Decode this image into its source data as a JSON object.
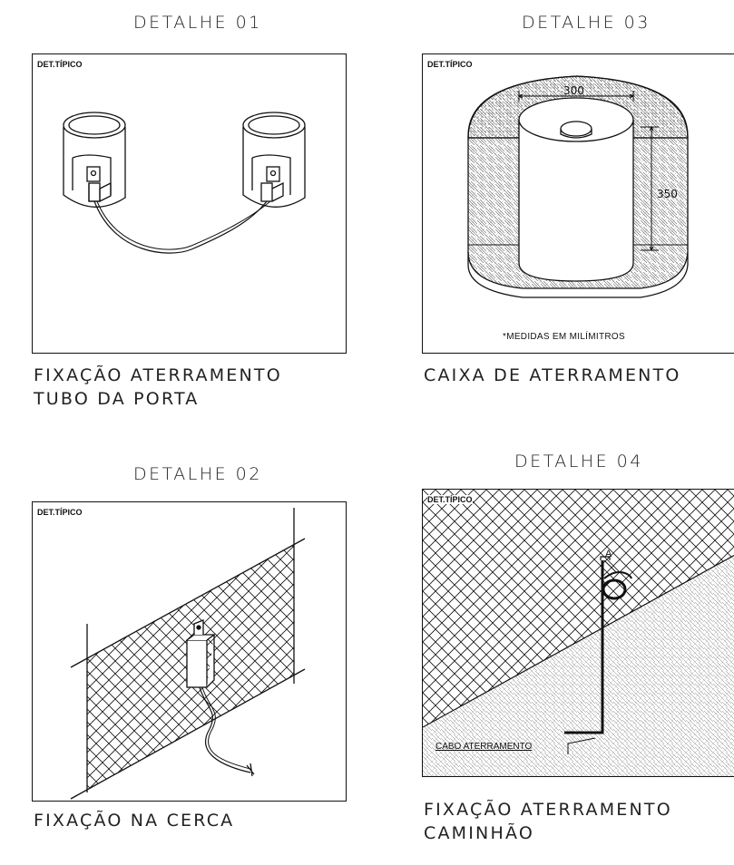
{
  "detail_01": {
    "title": "DETALHE 01",
    "tag": "DET.TÍPICO",
    "caption_line1": "FIXAÇÃO ATERRAMENTO",
    "caption_line2": "TUBO DA PORTA"
  },
  "detail_02": {
    "title": "DETALHE 02",
    "tag": "DET.TÍPICO",
    "caption_line1": "FIXAÇÃO NA CERCA"
  },
  "detail_03": {
    "title": "DETALHE 03",
    "tag": "DET.TÍPICO",
    "dimension_width": "300",
    "dimension_height": "350",
    "note": "*MEDIDAS EM MILÍMITROS",
    "caption_line1": "CAIXA DE ATERRAMENTO"
  },
  "detail_04": {
    "title": "DETALHE 04",
    "tag": "DET.TÍPICO",
    "point_label": "A",
    "cable_label": "CABO ATERRAMENTO",
    "caption_line1": "FIXAÇÃO ATERRAMENTO",
    "caption_line2": "CAMINHÃO"
  }
}
